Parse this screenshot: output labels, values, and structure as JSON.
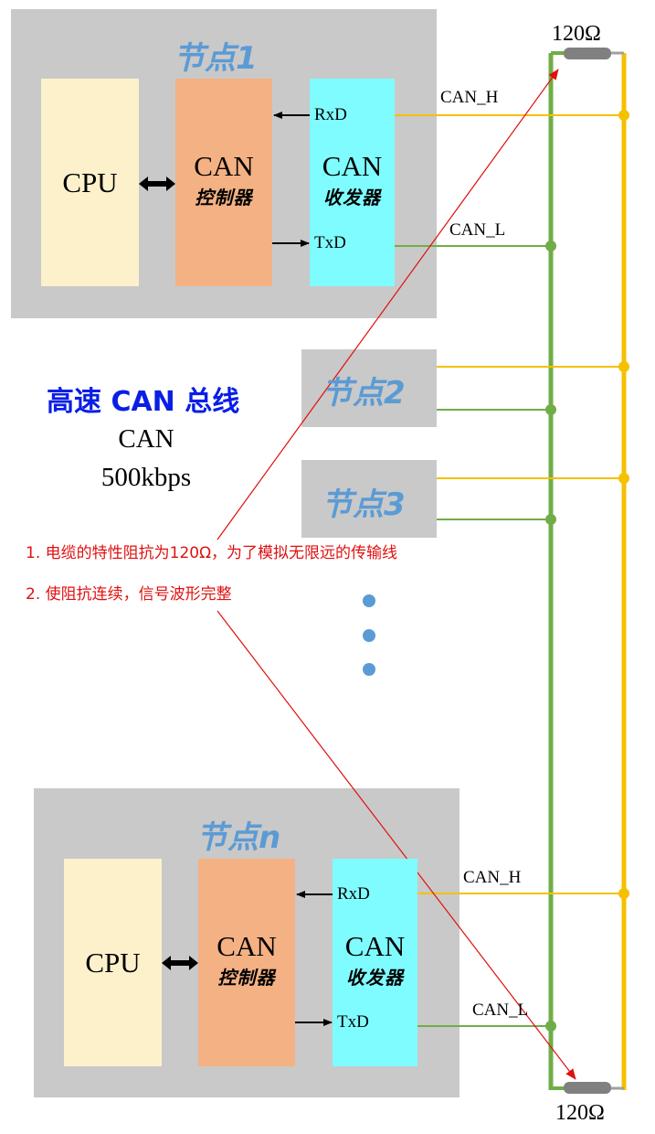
{
  "title": "高速 CAN 总线",
  "speed": {
    "protocol": "CAN",
    "rate": "500kbps"
  },
  "nodes": {
    "n1": {
      "title": "节点1",
      "cpu": "CPU",
      "controller": {
        "main": "CAN",
        "sub": "控制器"
      },
      "transceiver": {
        "main": "CAN",
        "sub": "收发器"
      },
      "rxd": "RxD",
      "txd": "TxD",
      "can_h": "CAN_H",
      "can_l": "CAN_L"
    },
    "n2": {
      "title": "节点2"
    },
    "n3": {
      "title": "节点3"
    },
    "nn": {
      "title": "节点n",
      "cpu": "CPU",
      "controller": {
        "main": "CAN",
        "sub": "控制器"
      },
      "transceiver": {
        "main": "CAN",
        "sub": "收发器"
      },
      "rxd": "RxD",
      "txd": "TxD",
      "can_h": "CAN_H",
      "can_l": "CAN_L"
    }
  },
  "resistors": {
    "top": "120Ω",
    "bottom": "120Ω"
  },
  "notes": [
    "1. 电缆的特性阻抗为120Ω，为了模拟无限远的传输线",
    "2. 使阻抗连续，信号波形完整"
  ],
  "colors": {
    "can_h": "#f5c000",
    "can_l": "#70ad47",
    "note": "#e01010",
    "title": "#0a1ee6",
    "node_title": "#5b9bd5",
    "dots": "#5b9bd5"
  }
}
